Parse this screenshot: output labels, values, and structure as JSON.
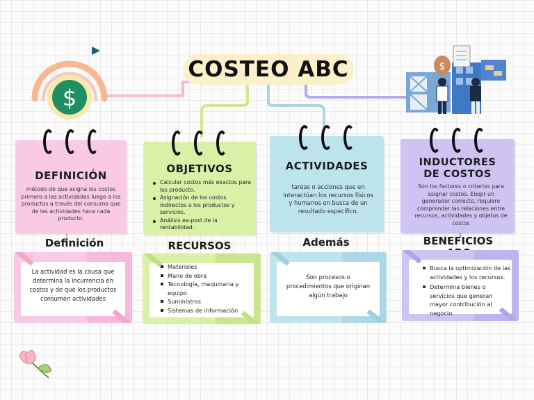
{
  "title": "COSTEO ABC",
  "colors": {
    "pink": "#f9c9e6",
    "green": "#d9f0a7",
    "blue": "#bde3ed",
    "purple": "#cfc3f4",
    "title_bg": "#fbf0c9",
    "dollar_green": "#1f8f63"
  },
  "icons": {
    "dollar": "dollar-coin-icon",
    "play": "triangle-play-icon",
    "people": "business-people-illustration",
    "tulip": "tulip-icon"
  },
  "cards": {
    "definicion": {
      "heading": "DEFINICIÓN",
      "text": "método de que asigna los costos primero a las actividades luego a los productos a través del consumo que de las actividades hace cada producto."
    },
    "objetivos": {
      "heading": "OBJETIVOS",
      "items": [
        "Calcular costos más exactos para los producto.",
        "Asignación de los costos indirectos a los productos y servicios.",
        "Análisis ex-post de la rentabilidad."
      ]
    },
    "actividades": {
      "heading": "ACTIVIDADES",
      "text": "tareas o acciones que en interactúan los recursos físicos y humanos en busca de un resultado específico."
    },
    "inductores": {
      "heading": "INDUCTORES DE COSTOS",
      "text": "Son los factores o criterios para asignar costos. Elegir un generador correcto, requiere comprender las relaciones entre recursos, actividades y objetos de costos"
    }
  },
  "bottom": {
    "definicion": {
      "heading": "Definición",
      "text": "La actividad es la causa que determina la incurrencia en costos y de que los productos consumen actividades"
    },
    "recursos": {
      "heading": "RECURSOS",
      "items": [
        "Materiales",
        "Mano de obra",
        "Tecnología, maquinaria y equipo",
        "Suministros",
        "Sistemas de información"
      ]
    },
    "ademas": {
      "heading": "Además",
      "text": "Son procesos o procedimientos que originan algún trabajo"
    },
    "beneficios": {
      "heading": "BENEFICIOS ABC",
      "items": [
        "Busca la optimización de las actividades y los recursos.",
        "Determina bienes o servicios que generan mayor contribución al negocio."
      ]
    }
  }
}
